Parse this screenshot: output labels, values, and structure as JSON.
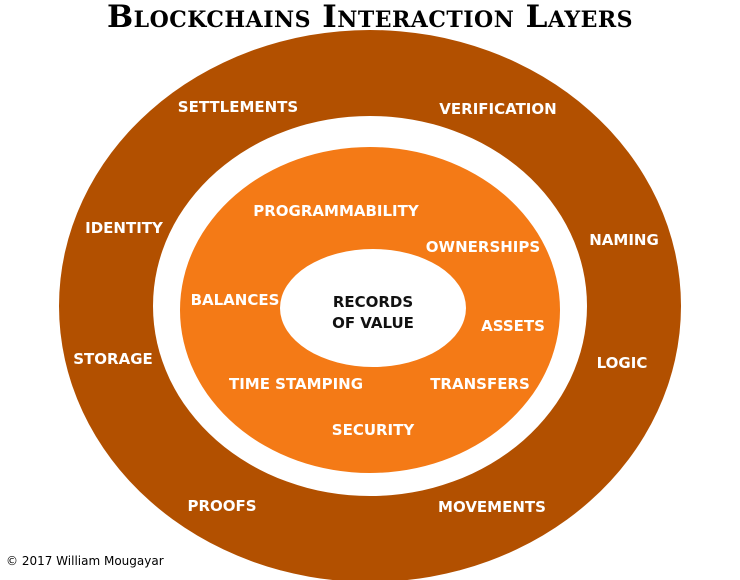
{
  "title": "Blockchains Interaction Layers",
  "colors": {
    "outer_ring": "#B25000",
    "inner_ring": "#F47A16",
    "gap": "#FFFFFF",
    "core": "#FFFFFF",
    "label_text": "#FFFFFF",
    "core_text": "#111111"
  },
  "center": {
    "line1": "RECORDS",
    "line2": "OF VALUE"
  },
  "outer_layer": {
    "settlements": "SETTLEMENTS",
    "verification": "VERIFICATION",
    "identity": "IDENTITY",
    "naming": "NAMING",
    "storage": "STORAGE",
    "logic": "LOGIC",
    "proofs": "PROOFS",
    "movements": "MOVEMENTS"
  },
  "inner_layer": {
    "programmability": "PROGRAMMABILITY",
    "ownerships": "OWNERSHIPS",
    "balances": "BALANCES",
    "assets": "ASSETS",
    "time_stamping": "TIME STAMPING",
    "transfers": "TRANSFERS",
    "security": "SECURITY"
  },
  "copyright": "© 2017 William Mougayar"
}
